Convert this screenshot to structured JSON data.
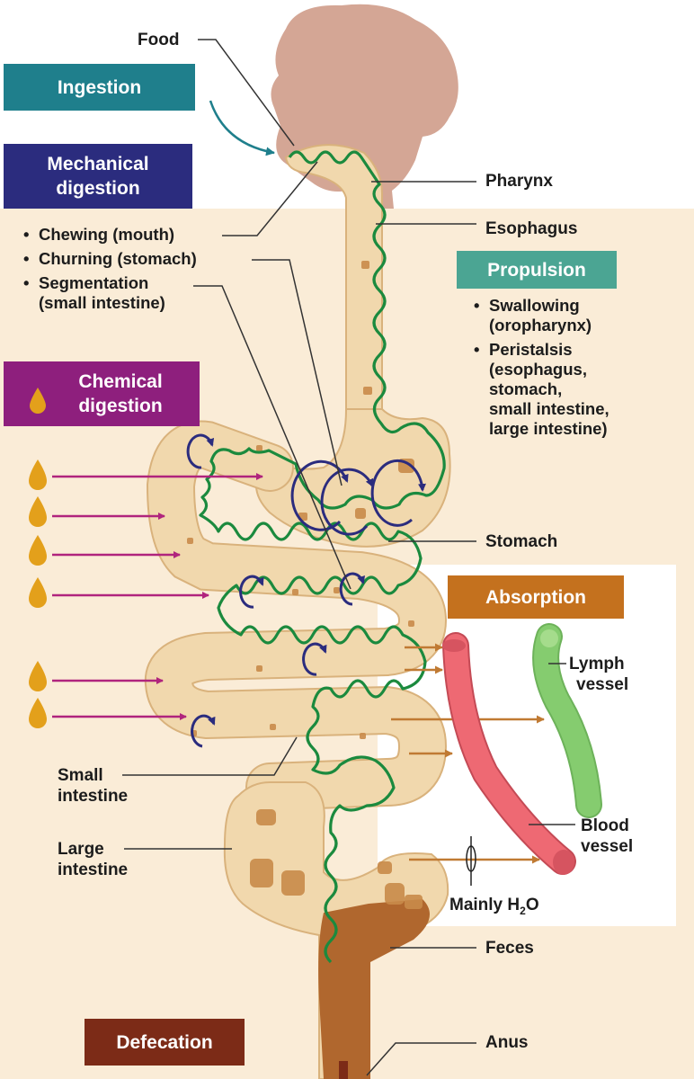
{
  "colors": {
    "ingestion": "#1f7f8c",
    "mechanical": "#2b2c7e",
    "chemical": "#8e1f7d",
    "propulsion": "#4ba593",
    "absorption": "#c4711e",
    "defecation": "#7c2b17",
    "tract": "#f1d8ad",
    "tract_outline": "#d9b27c",
    "wave": "#1b8a3e",
    "arrow_magenta": "#b0247d",
    "arrow_orange": "#c07a33",
    "blood": "#ee6973",
    "lymph": "#85cc6f",
    "head": "#d4a695",
    "feces": "#b0672e"
  },
  "labels": {
    "food": "Food",
    "ingestion": "Ingestion",
    "mechanical_line1": "Mechanical",
    "mechanical_line2": "digestion",
    "pharynx": "Pharynx",
    "esophagus": "Esophagus",
    "propulsion": "Propulsion",
    "chemical_line1": "Chemical",
    "chemical_line2": "digestion",
    "stomach": "Stomach",
    "absorption": "Absorption",
    "lymph_line1": "Lymph",
    "lymph_line2": "vessel",
    "blood_line1": "Blood",
    "blood_line2": "vessel",
    "small_line1": "Small",
    "small_line2": "intestine",
    "large_line1": "Large",
    "large_line2": "intestine",
    "mainly": "Mainly H",
    "h2o_sub": "2",
    "h2o_o": "O",
    "feces": "Feces",
    "defecation": "Defecation",
    "anus": "Anus"
  },
  "mechanical_bullets": [
    {
      "text": "Chewing (mouth)"
    },
    {
      "text": "Churning (stomach)"
    },
    {
      "text": "Segmentation",
      "cont": "(small intestine)"
    }
  ],
  "propulsion_bullets": [
    {
      "text": "Swallowing",
      "cont": [
        "(oropharynx)"
      ]
    },
    {
      "text": "Peristalsis",
      "cont": [
        "(esophagus,",
        "stomach,",
        "small intestine,",
        "large intestine)"
      ]
    }
  ],
  "bullet_char": "•"
}
